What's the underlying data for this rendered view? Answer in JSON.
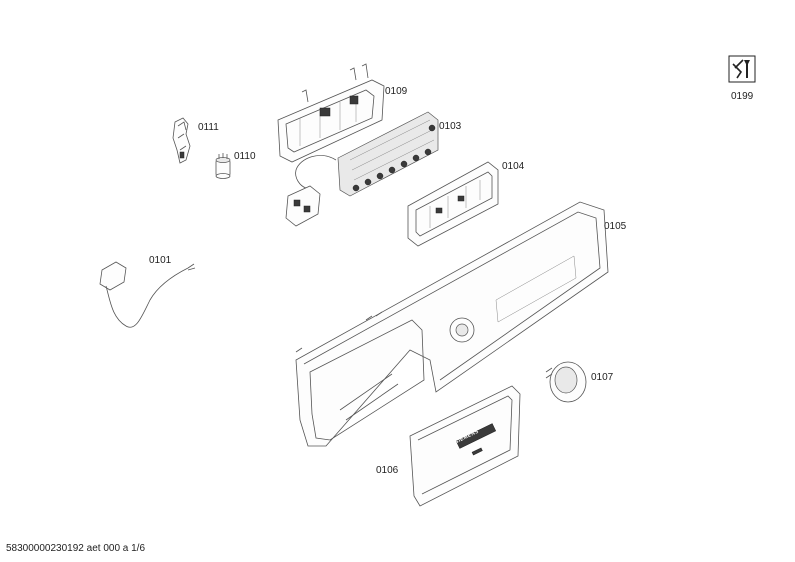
{
  "callouts": {
    "c0111": "0111",
    "c0110": "0110",
    "c0109": "0109",
    "c0103": "0103",
    "c0104": "0104",
    "c0105": "0105",
    "c0101": "0101",
    "c0107": "0107",
    "c0106": "0106",
    "c0199": "0199"
  },
  "panel_brand": "SIEMENS",
  "footer": "58300000230192 aet 000 a 1/6",
  "icons": {
    "service": "wrench-tools-icon"
  }
}
